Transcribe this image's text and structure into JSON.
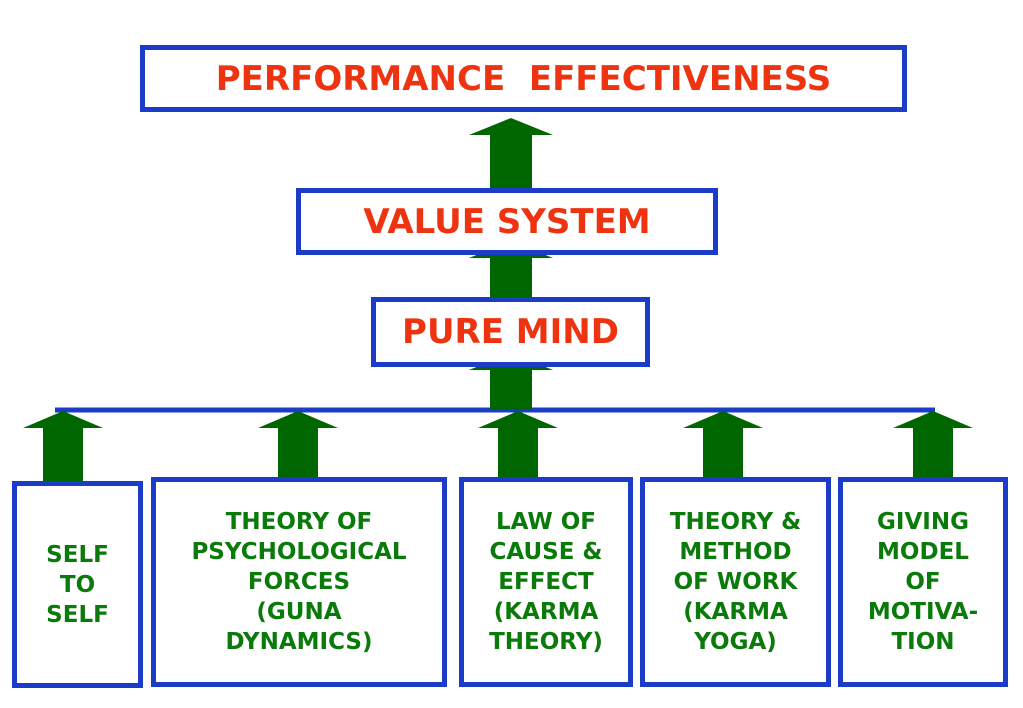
{
  "colors": {
    "border": "#1a3cc8",
    "top_text": "#ee3311",
    "bottom_text": "#0a7a0a",
    "arrow": "#006600"
  },
  "diagram": {
    "top": {
      "label": "PERFORMANCE  EFFECTIVENESS"
    },
    "middle": {
      "label": "VALUE SYSTEM"
    },
    "core": {
      "label": "PURE MIND"
    },
    "bases": [
      {
        "label": "SELF\nTO\n SELF"
      },
      {
        "label": "THEORY OF\nPSYCHOLOGICAL\nFORCES\n(GUNA\nDYNAMICS)"
      },
      {
        "label": "LAW OF\nCAUSE &\nEFFECT\n(KARMA\nTHEORY)"
      },
      {
        "label": "THEORY &\nMETHOD\nOF WORK\n(KARMA\nYOGA)"
      },
      {
        "label": "GIVING\nMODEL\nOF\nMOTIVA-\nTION"
      }
    ]
  }
}
